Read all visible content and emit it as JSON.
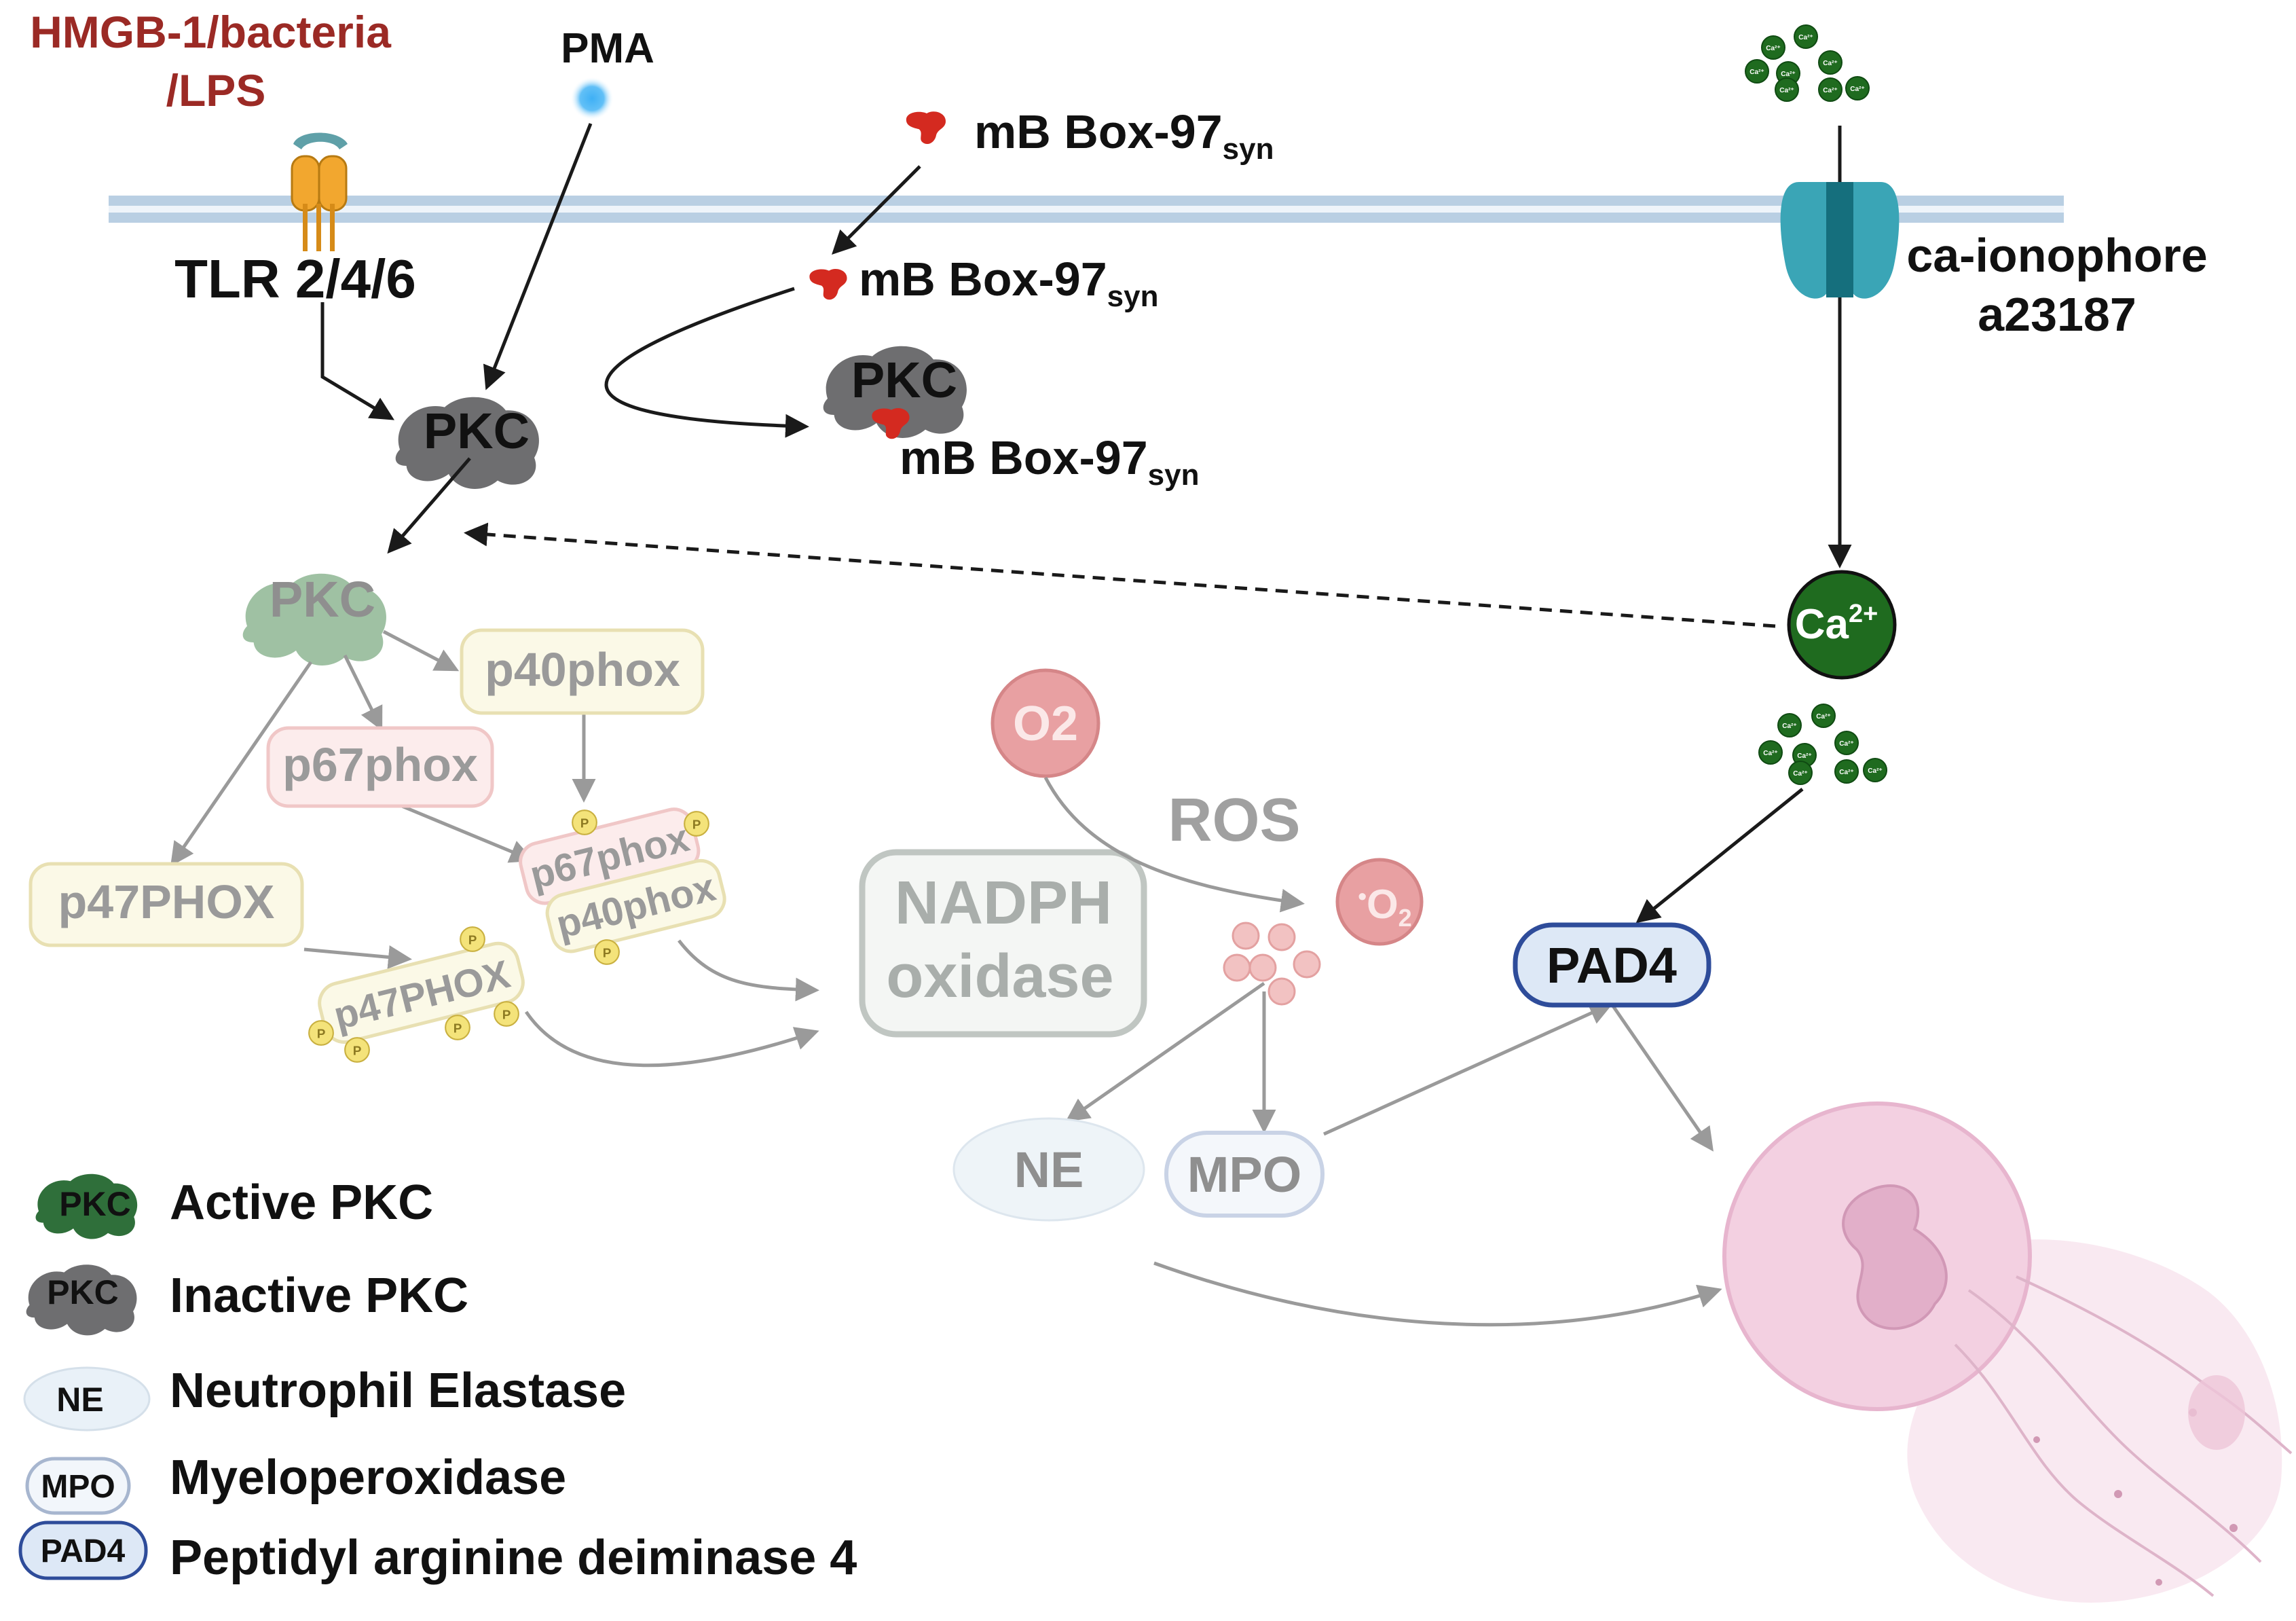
{
  "inputs": {
    "stimulus": "HMGB-1/bacteria",
    "stimulus_line2": "/LPS",
    "pma": "PMA",
    "receptor": "TLR 2/4/6",
    "ionophore": "ca-ionophore",
    "ionophore_line2": "a23187"
  },
  "inhibitor": {
    "base": "mB Box-97",
    "sub": "syn"
  },
  "nodes": {
    "pkc": "PKC",
    "p40phox": "p40phox",
    "p67phox": "p67phox",
    "p47phox": "p47PHOX",
    "p67phox_bound": "p67phox",
    "p40phox_bound": "p40phox",
    "p47phox_bound": "p47PHOX",
    "phospho": "P",
    "o2": "O2",
    "ros": "ROS",
    "superoxide": "O",
    "superoxide_sub": "2",
    "superoxide_dot": "•",
    "nadph_line1": "NADPH",
    "nadph_line2": "oxidase",
    "ne": "NE",
    "mpo": "MPO",
    "pad4": "PAD4",
    "calcium": "Ca",
    "calcium_sup": "2+",
    "ca_ion": "Ca²⁺"
  },
  "legend": [
    {
      "key": "PKC",
      "label": "Active PKC"
    },
    {
      "key": "PKC",
      "label": "Inactive PKC"
    },
    {
      "key": "NE",
      "label": "Neutrophil Elastase"
    },
    {
      "key": "MPO",
      "label": "Myeloperoxidase"
    },
    {
      "key": "PAD4",
      "label": "Peptidyl arginine deiminase 4"
    }
  ],
  "colors": {
    "stimulus_text": "#9b2a25",
    "membrane": "#b9cfe3",
    "receptor": "#f2a72f",
    "channel": "#3aa5b6",
    "pkc_inactive": "#6e6e70",
    "pkc_active": "#2f6f3a",
    "pkc_faded": "#9fc1a3",
    "calcium": "#1f6b1f",
    "inhibitor": "#d42a20",
    "pma": "#3fb0f5",
    "o2": "#e8a0a2",
    "pad4_fill": "#dde8f6",
    "pad4_stroke": "#2e4c9a",
    "net_cell": "#e9b6cf",
    "faded_arrow": "#9a9a9a"
  },
  "icons": {
    "pkc": "pkc-enzyme-icon",
    "receptor": "tlr-receptor-icon",
    "channel": "ion-channel-icon",
    "inhibitor": "inhibitor-molecule-icon",
    "cell": "netosis-cell-icon"
  }
}
